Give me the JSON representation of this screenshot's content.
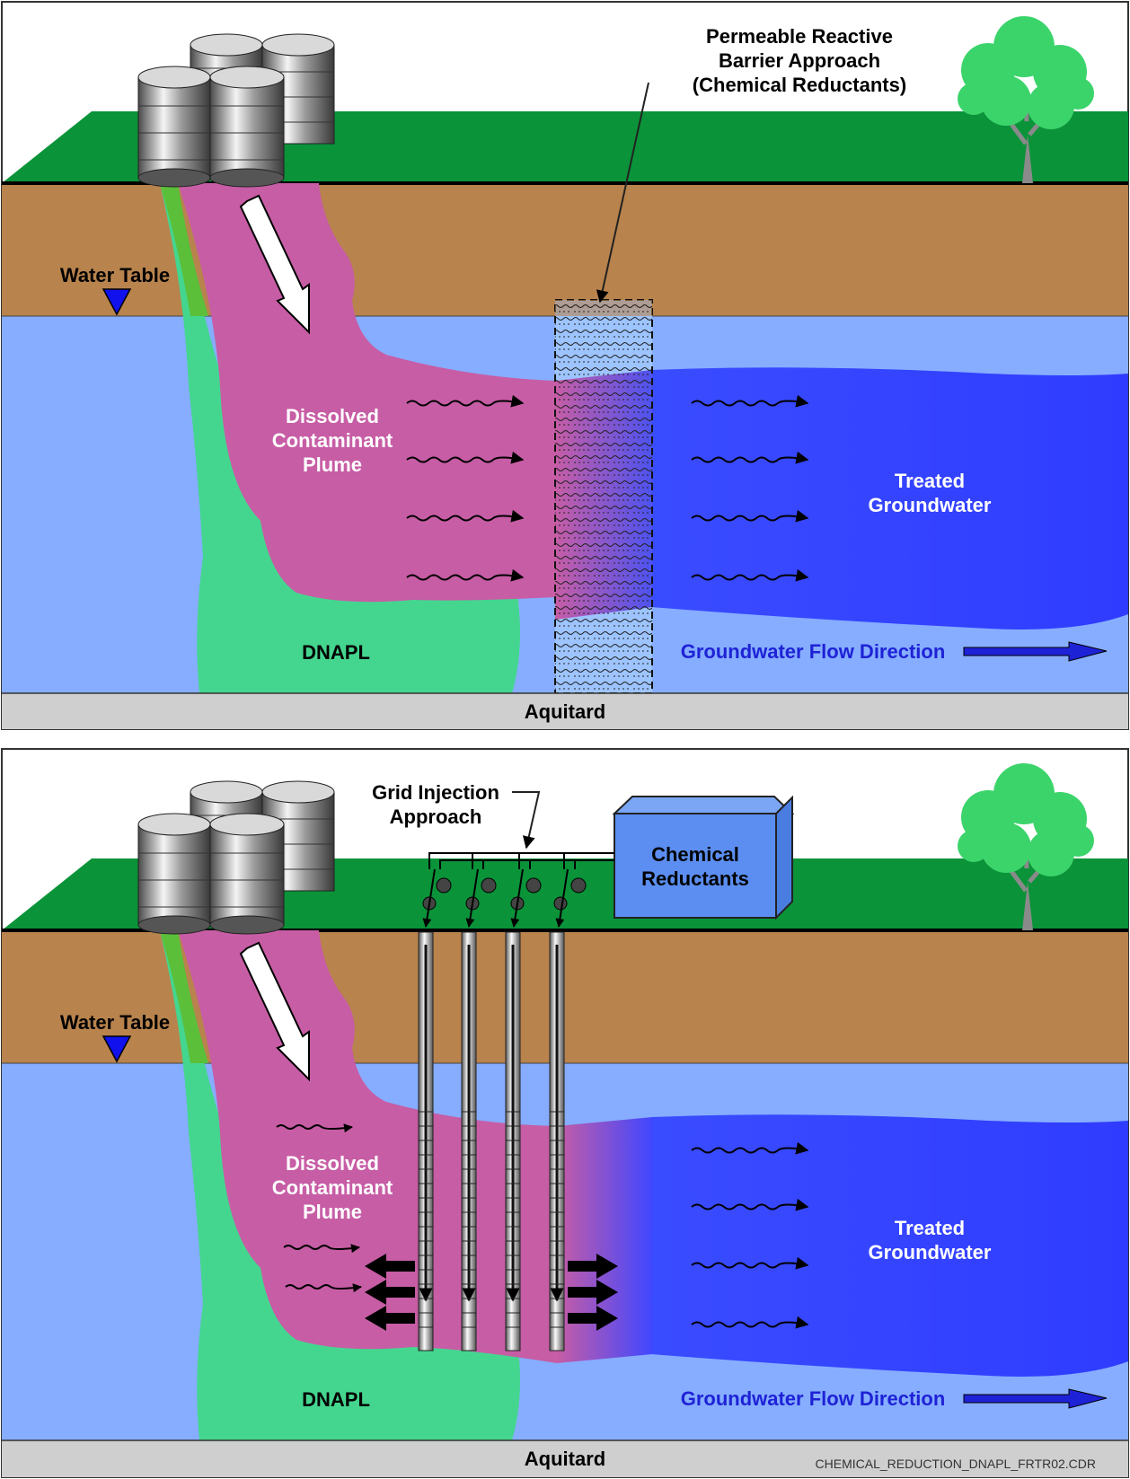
{
  "panels": [
    {
      "water_table": "Water Table",
      "plume_label": [
        "Dissolved",
        "Contaminant",
        "Plume"
      ],
      "dnapl": "DNAPL",
      "treated": [
        "Treated",
        "Groundwater"
      ],
      "flow_direction": "Groundwater Flow Direction",
      "aquitard": "Aquitard",
      "approach_label": [
        "Permeable Reactive",
        "Barrier Approach",
        "(Chemical Reductants)"
      ]
    },
    {
      "water_table": "Water Table",
      "plume_label": [
        "Dissolved",
        "Contaminant",
        "Plume"
      ],
      "dnapl": "DNAPL",
      "treated": [
        "Treated",
        "Groundwater"
      ],
      "flow_direction": "Groundwater Flow Direction",
      "aquitard": "Aquitard",
      "approach_label": [
        "Grid Injection",
        "Approach"
      ],
      "tank_label": [
        "Chemical",
        "Reductants"
      ]
    }
  ],
  "file_caption": "CHEMICAL_REDUCTION_DNAPL_FRTR02.CDR",
  "colors": {
    "grass": "#0a9339",
    "soil": "#b8834d",
    "groundwater": "#86adff",
    "plume": "#c75da5",
    "dnapl": "#44d68f",
    "treated": "#3344ff",
    "aquitard": "#cfcfcf",
    "flow_text": "#1e22d6"
  }
}
